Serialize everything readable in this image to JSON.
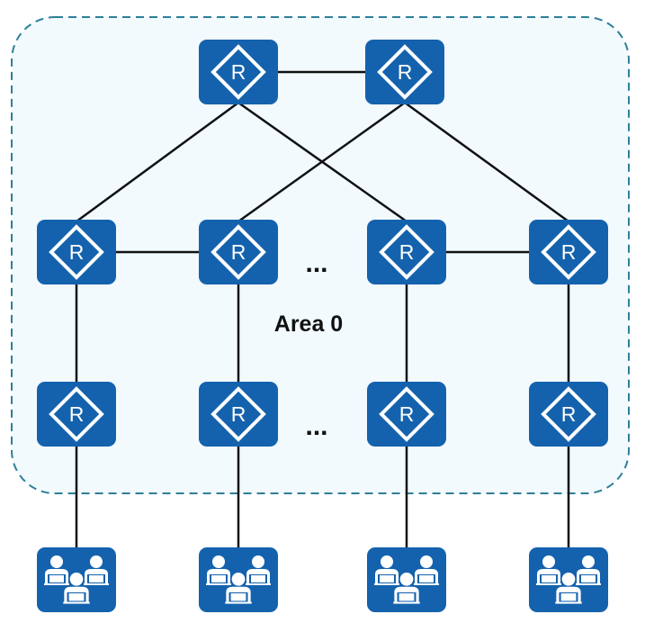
{
  "diagram": {
    "area": {
      "label": "Area 0",
      "fill": "#f2fafe",
      "border": "#2e7f99"
    },
    "device_color": "#1462ad",
    "link_color": "#111111",
    "router_label": "R",
    "ellipsis": "...",
    "nodes": [
      {
        "id": "core-1",
        "type": "router",
        "layer": "core",
        "label": "R"
      },
      {
        "id": "core-2",
        "type": "router",
        "layer": "core",
        "label": "R"
      },
      {
        "id": "dist-1",
        "type": "router",
        "layer": "distribution",
        "label": "R"
      },
      {
        "id": "dist-2",
        "type": "router",
        "layer": "distribution",
        "label": "R"
      },
      {
        "id": "dist-3",
        "type": "router",
        "layer": "distribution",
        "label": "R"
      },
      {
        "id": "dist-4",
        "type": "router",
        "layer": "distribution",
        "label": "R"
      },
      {
        "id": "acc-1",
        "type": "router",
        "layer": "access",
        "label": "R"
      },
      {
        "id": "acc-2",
        "type": "router",
        "layer": "access",
        "label": "R"
      },
      {
        "id": "acc-3",
        "type": "router",
        "layer": "access",
        "label": "R"
      },
      {
        "id": "acc-4",
        "type": "router",
        "layer": "access",
        "label": "R"
      },
      {
        "id": "users-1",
        "type": "user-group"
      },
      {
        "id": "users-2",
        "type": "user-group"
      },
      {
        "id": "users-3",
        "type": "user-group"
      },
      {
        "id": "users-4",
        "type": "user-group"
      }
    ],
    "links": [
      [
        "core-1",
        "core-2"
      ],
      [
        "core-1",
        "dist-1"
      ],
      [
        "core-1",
        "dist-3"
      ],
      [
        "core-2",
        "dist-2"
      ],
      [
        "core-2",
        "dist-4"
      ],
      [
        "dist-1",
        "dist-2"
      ],
      [
        "dist-3",
        "dist-4"
      ],
      [
        "dist-1",
        "acc-1"
      ],
      [
        "dist-2",
        "acc-2"
      ],
      [
        "dist-3",
        "acc-3"
      ],
      [
        "dist-4",
        "acc-4"
      ],
      [
        "acc-1",
        "users-1"
      ],
      [
        "acc-2",
        "users-2"
      ],
      [
        "acc-3",
        "users-3"
      ],
      [
        "acc-4",
        "users-4"
      ]
    ]
  }
}
